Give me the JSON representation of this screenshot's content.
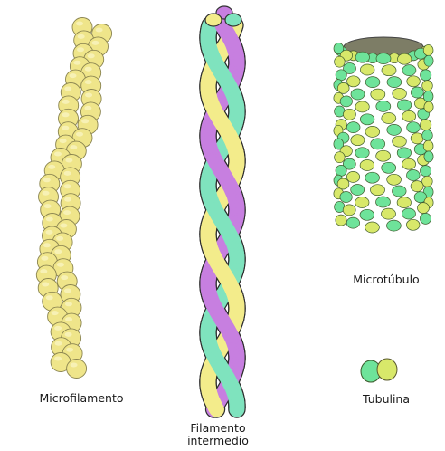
{
  "labels": {
    "microfilament": "Microfilamento",
    "intermediate_line1": "Filamento",
    "intermediate_line2": "intermedio",
    "microtubule": "Microtúbulo",
    "tubulin": "Tubulina"
  },
  "colors": {
    "actin": "#efe58a",
    "alpha_tubulin": "#6ee39a",
    "beta_tubulin": "#d8e86a",
    "strand_yellow": "#f3ec8b",
    "strand_green": "#7fe3be",
    "strand_purple": "#c77fe0",
    "lumen": "#7d7d66",
    "outline": "#333333"
  },
  "icons": {
    "microfilament": "actin-bead-chain-icon",
    "intermediate_filament": "twisted-rope-icon",
    "microtubule": "hollow-cylinder-icon",
    "tubulin": "tubulin-dimer-icon"
  }
}
